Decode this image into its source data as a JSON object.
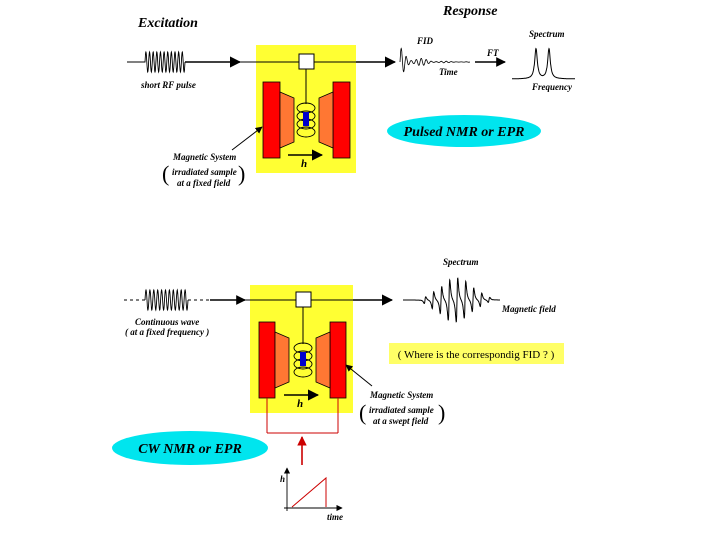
{
  "top": {
    "excitation_title": "Excitation",
    "response_title": "Response",
    "pulse_label": "short RF pulse",
    "fid_label": "FID",
    "time_label": "Time",
    "ft_label": "FT",
    "spectrum_label": "Spectrum",
    "frequency_label": "Frequency",
    "mag_system_label": "Magnetic System",
    "sample_line1": "irradiated sample",
    "sample_line2": "at a fixed field",
    "h_label": "h",
    "badge": "Pulsed NMR or EPR"
  },
  "bottom": {
    "cw_line1": "Continuous wave",
    "cw_line2": "( at a fixed frequency )",
    "spectrum_label": "Spectrum",
    "magnetic_field_label": "Magnetic field",
    "question": "( Where is the correspondig FID ? )",
    "mag_system_label": "Magnetic System",
    "sample_line1": "irradiated sample",
    "sample_line2": "at a swept field",
    "h_label": "h",
    "badge": "CW NMR or EPR",
    "ramp_y_label": "h",
    "ramp_x_label": "time"
  },
  "colors": {
    "box_yellow": "#ffff33",
    "magnet_red": "#ff0000",
    "pole_orange": "#ff7733",
    "badge_cyan": "#00e5ee",
    "question_bg": "#ffff66",
    "sample_blue": "#0000cc",
    "sweep_red": "#cc0000"
  }
}
